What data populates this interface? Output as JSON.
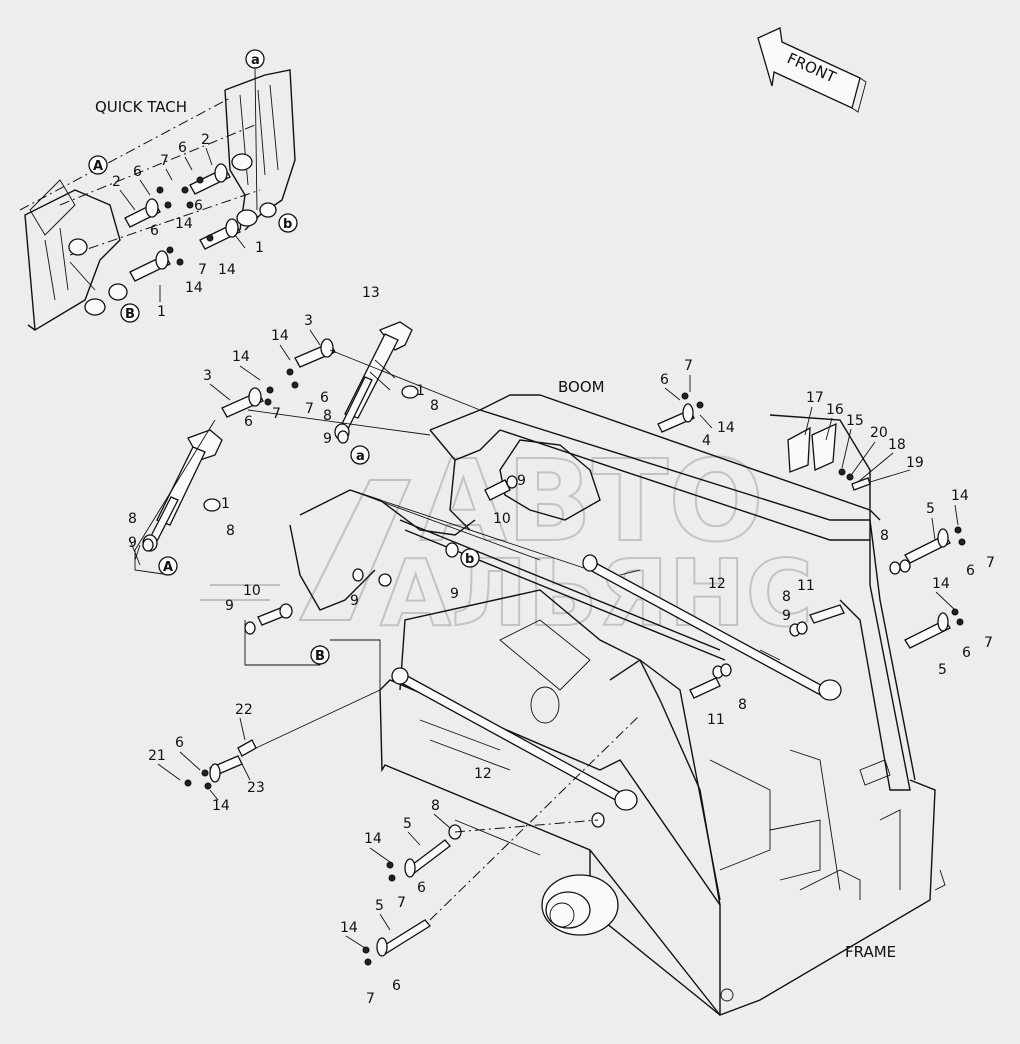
{
  "watermark": {
    "line1": "АВТО",
    "line2": "АЛЬЯНС"
  },
  "sections": {
    "quick_tach": "QUICK TACH",
    "boom": "BOOM",
    "frame": "FRAME",
    "front_arrow": "FRONT"
  },
  "callouts": {
    "A": "A",
    "B": "B",
    "a": "a",
    "b": "b"
  },
  "labels": {
    "n1": "1",
    "n2": "2",
    "n3": "3",
    "n4": "4",
    "n5": "5",
    "n6": "6",
    "n7": "7",
    "n8": "8",
    "n9": "9",
    "n10": "10",
    "n11": "11",
    "n12": "12",
    "n13": "13",
    "n14": "14",
    "n15": "15",
    "n16": "16",
    "n17": "17",
    "n18": "18",
    "n19": "19",
    "n20": "20",
    "n21": "21",
    "n22": "22",
    "n23": "23"
  }
}
